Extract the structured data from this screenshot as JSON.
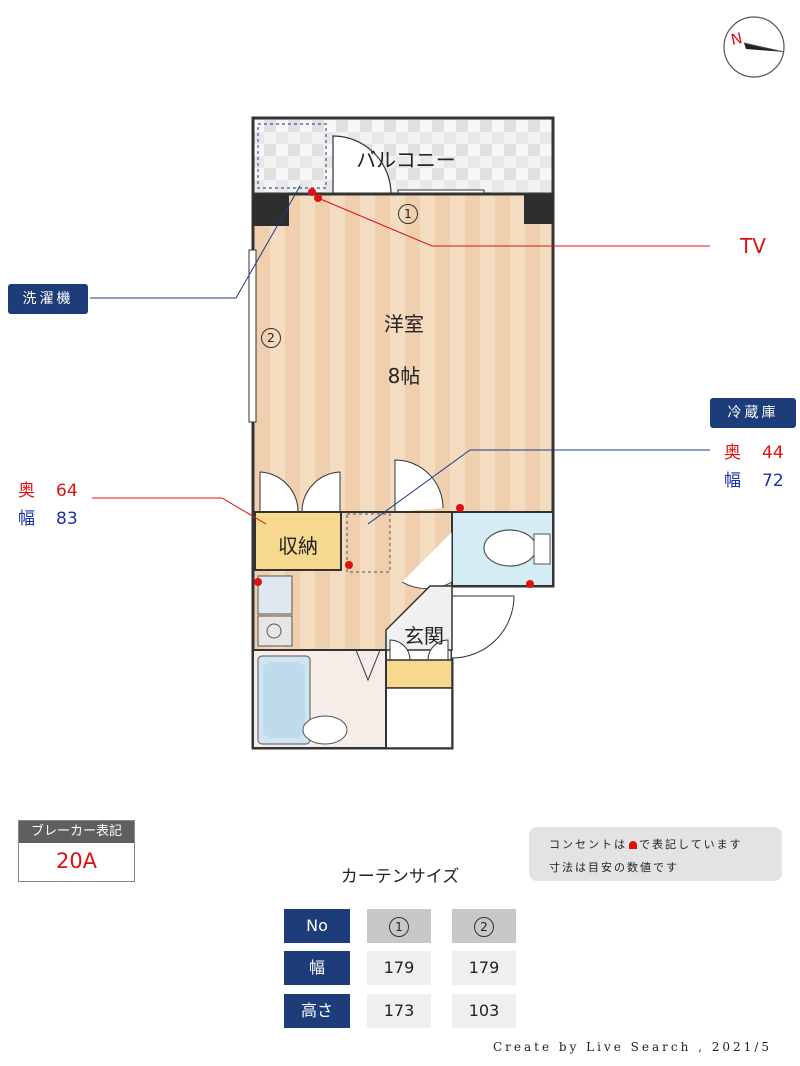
{
  "plan": {
    "balcony": "バルコニー",
    "western_room": "洋室",
    "western_room_size": "8帖",
    "storage": "収納",
    "entrance": "玄関",
    "window1": "1",
    "window2": "2"
  },
  "labels": {
    "washer": "洗濯機",
    "fridge": "冷蔵庫",
    "tv": "TV"
  },
  "washer_dims": {
    "depth_label": "奥",
    "depth": "64",
    "width_label": "幅",
    "width": "83"
  },
  "fridge_dims": {
    "depth_label": "奥",
    "depth": "44",
    "width_label": "幅",
    "width": "72"
  },
  "breaker": {
    "title": "ブレーカー表記",
    "value": "20A"
  },
  "note": {
    "line1_a": "コンセントは",
    "line1_b": "で表記しています",
    "line2": "寸法は目安の数値です"
  },
  "curtain": {
    "title": "カーテンサイズ",
    "header": "No",
    "col1": "1",
    "col2": "2",
    "row1_label": "幅",
    "row1": [
      "179",
      "179"
    ],
    "row2_label": "高さ",
    "row2": [
      "173",
      "103"
    ]
  },
  "credit": "Create by Live Search , 2021/5",
  "compass": "N"
}
